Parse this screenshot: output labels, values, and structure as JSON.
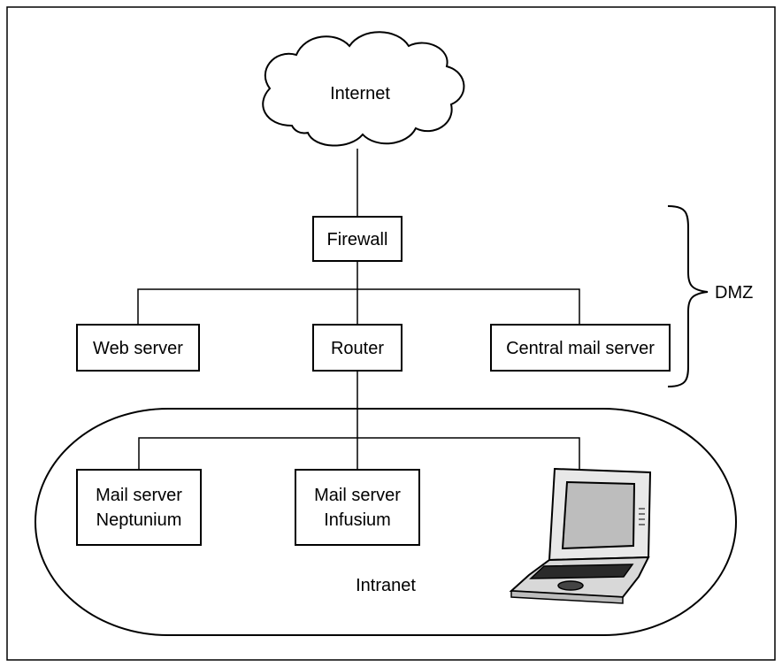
{
  "diagram": {
    "cloud_label": "Internet",
    "firewall_label": "Firewall",
    "web_server_label": "Web server",
    "router_label": "Router",
    "central_mail_label": "Central mail server",
    "dmz_label": "DMZ",
    "mail_neptunium_line1": "Mail server",
    "mail_neptunium_line2": "Neptunium",
    "mail_infusium_line1": "Mail server",
    "mail_infusium_line2": "Infusium",
    "intranet_label": "Intranet",
    "laptop_icon": "laptop-icon"
  }
}
